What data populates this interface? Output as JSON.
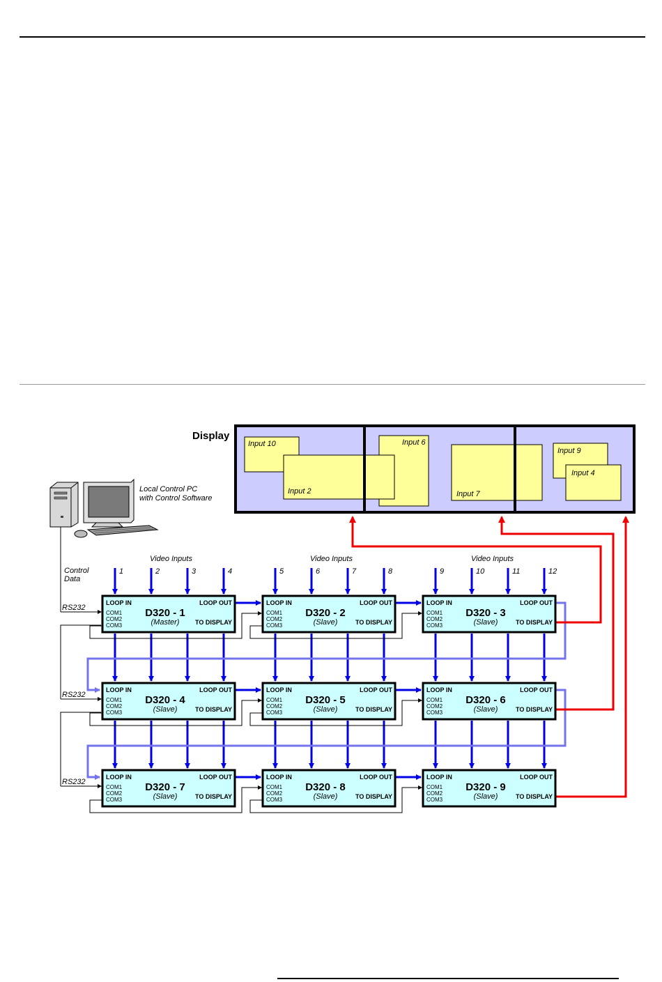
{
  "colors": {
    "display_bg": "#ccccff",
    "window_fill": "#ffff99",
    "unit_fill": "#ccffff",
    "video_arrow": "#0000e6",
    "loop_line": "#7373ee",
    "output_line": "#ee0000"
  },
  "display": {
    "label": "Display",
    "windows": [
      {
        "label": "Input 10"
      },
      {
        "label": "Input 2"
      },
      {
        "label": "Input 6"
      },
      {
        "label": "Input 7"
      },
      {
        "label": "Input 9"
      },
      {
        "label": "Input 4"
      }
    ]
  },
  "pc": {
    "label_line1": "Local Control PC",
    "label_line2": "with Control Software",
    "icon": "computer-icon"
  },
  "control": {
    "label_line1": "Control",
    "label_line2": "Data",
    "rs232": "RS232"
  },
  "video_inputs_label": "Video Inputs",
  "input_numbers": [
    "1",
    "2",
    "3",
    "4",
    "5",
    "6",
    "7",
    "8",
    "9",
    "10",
    "11",
    "12"
  ],
  "units": [
    {
      "name": "D320 - 1",
      "role": "(Master)"
    },
    {
      "name": "D320 - 2",
      "role": "(Slave)"
    },
    {
      "name": "D320 - 3",
      "role": "(Slave)"
    },
    {
      "name": "D320 - 4",
      "role": "(Slave)"
    },
    {
      "name": "D320 - 5",
      "role": "(Slave)"
    },
    {
      "name": "D320 - 6",
      "role": "(Slave)"
    },
    {
      "name": "D320 - 7",
      "role": "(Slave)"
    },
    {
      "name": "D320 - 8",
      "role": "(Slave)"
    },
    {
      "name": "D320 - 9",
      "role": "(Slave)"
    }
  ],
  "port_labels": {
    "loop_in": "LOOP IN",
    "loop_out": "LOOP OUT",
    "to_display": "TO DISPLAY",
    "com1": "COM1",
    "com2": "COM2",
    "com3": "COM3"
  }
}
